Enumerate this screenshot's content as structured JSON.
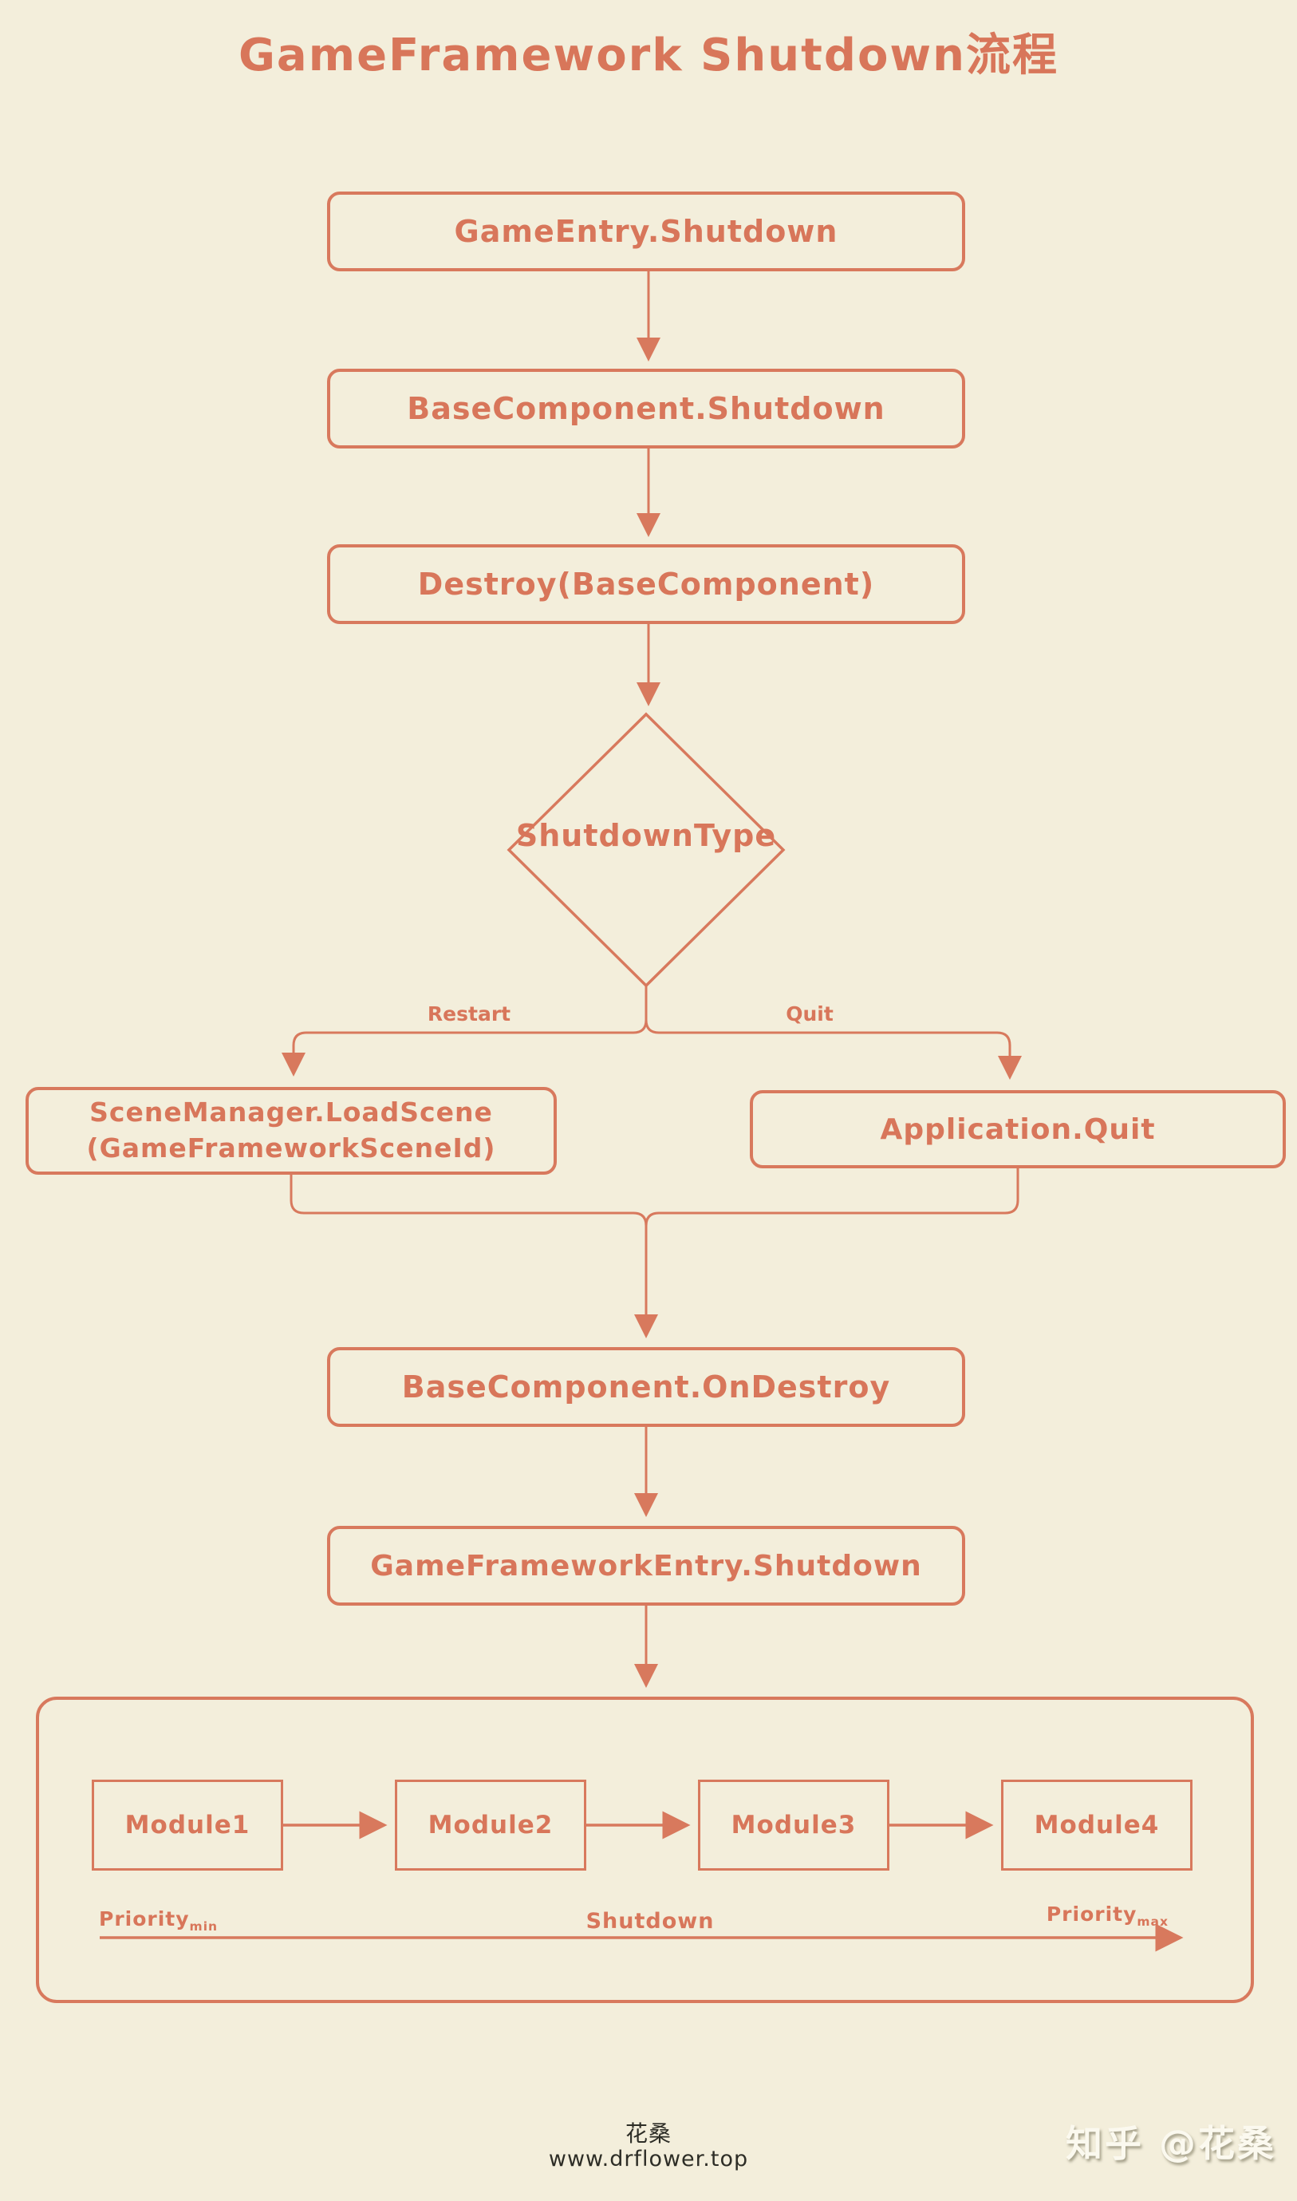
{
  "title": "GameFramework Shutdown流程",
  "colors": {
    "background": "#f3eedb",
    "accent": "#d8795d",
    "footer_text": "#2d2d26",
    "watermark_text": "#fbf9ef"
  },
  "flow": {
    "node_game_entry": "GameEntry.Shutdown",
    "node_base_component_shutdown": "BaseComponent.Shutdown",
    "node_destroy": "Destroy(BaseComponent)",
    "decision": "ShutdownType",
    "branch_left_label": "Restart",
    "branch_right_label": "Quit",
    "node_restart_line1": "SceneManager.LoadScene",
    "node_restart_line2": "(GameFrameworkSceneId)",
    "node_quit": "Application.Quit",
    "node_on_destroy": "BaseComponent.OnDestroy",
    "node_framework_entry": "GameFrameworkEntry.Shutdown"
  },
  "modules": {
    "items": [
      "Module1",
      "Module2",
      "Module3",
      "Module4"
    ]
  },
  "axis": {
    "left_label": "Priority",
    "left_sub": "min",
    "center_label": "Shutdown",
    "right_label": "Priority",
    "right_sub": "max"
  },
  "footer": {
    "author": "花桑",
    "site": "www.drflower.top",
    "watermark": "知乎 @花桑"
  }
}
